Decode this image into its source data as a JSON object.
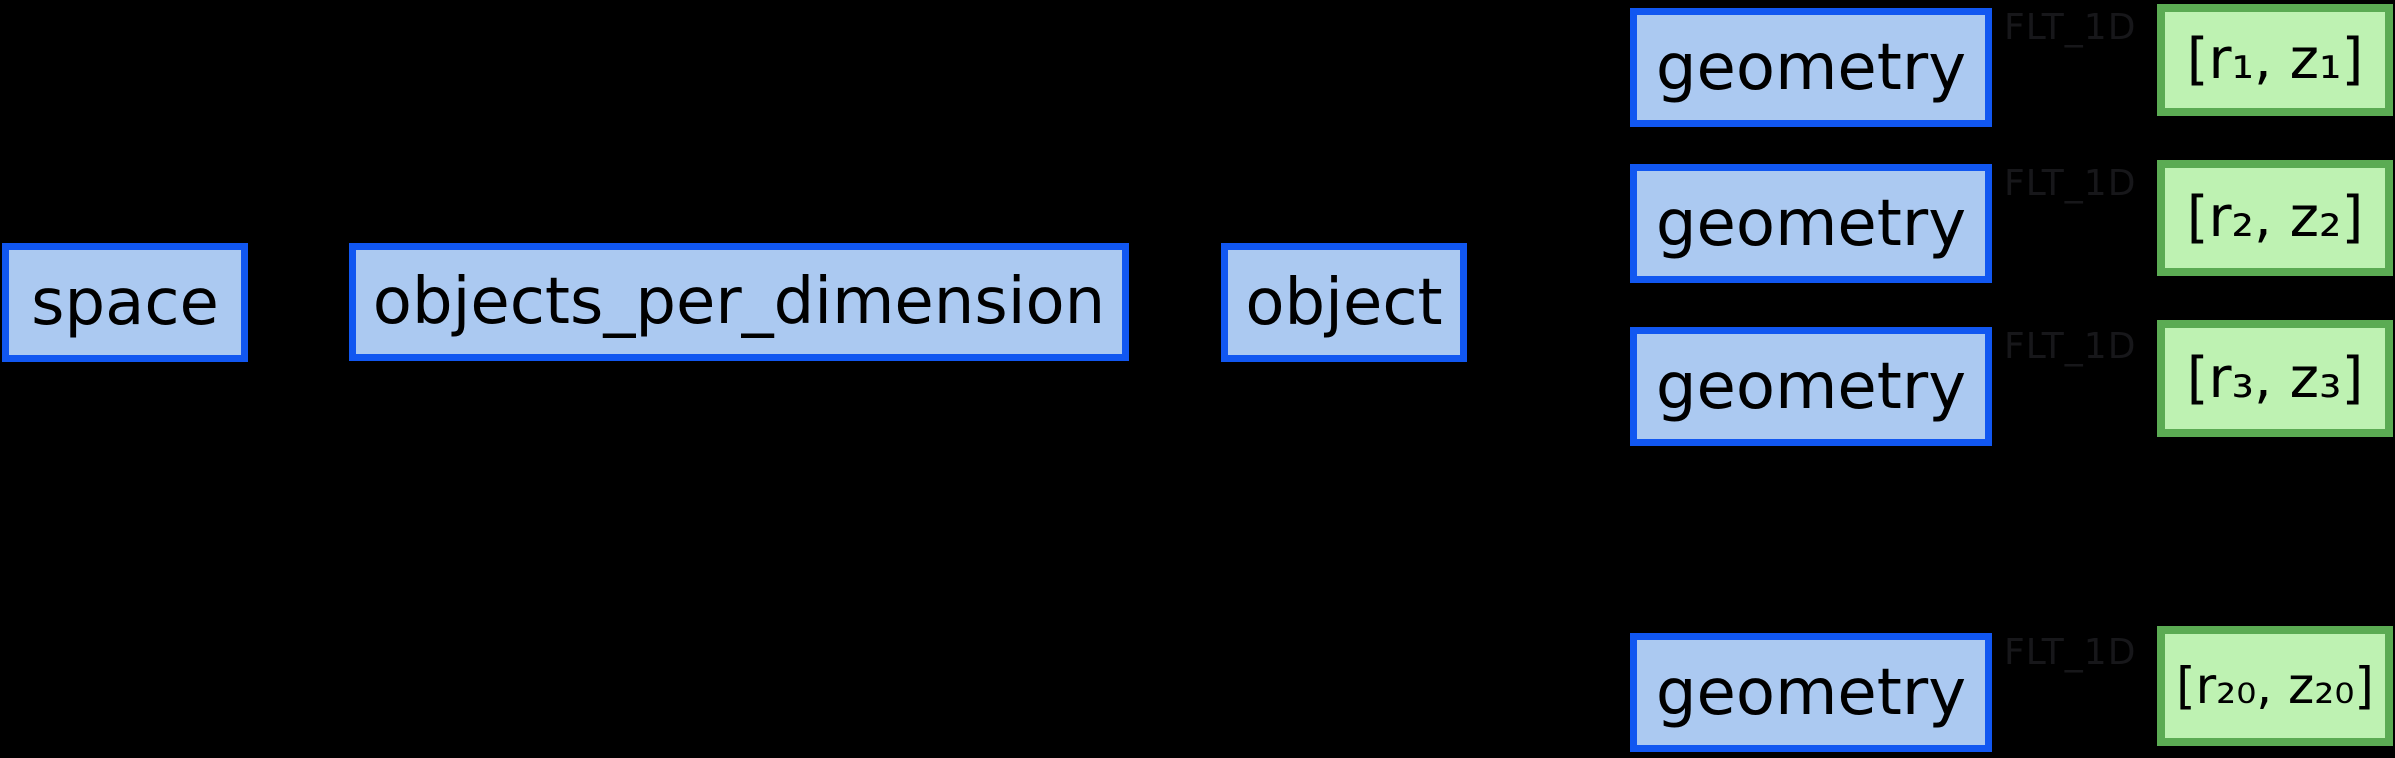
{
  "colors": {
    "background": "#000000",
    "node-fill": "#abc9f1",
    "node-border": "#1157f1",
    "value-fill": "#bef2b2",
    "value-border": "#5bab53",
    "text": "#000000",
    "edge-label": "#17171a",
    "arrow": "#000000"
  },
  "nodes": {
    "space": "space",
    "objects_per_dimension": "objects_per_dimension",
    "object": "object"
  },
  "rows": [
    {
      "label": "geometry",
      "edge_label": "FLT_1D",
      "value": "[r₁, z₁]"
    },
    {
      "label": "geometry",
      "edge_label": "FLT_1D",
      "value": "[r₂, z₂]"
    },
    {
      "label": "geometry",
      "edge_label": "FLT_1D",
      "value": "[r₃, z₃]"
    },
    {
      "label": "geometry",
      "edge_label": "FLT_1D",
      "value": "[r₂₀, z₂₀]"
    }
  ]
}
